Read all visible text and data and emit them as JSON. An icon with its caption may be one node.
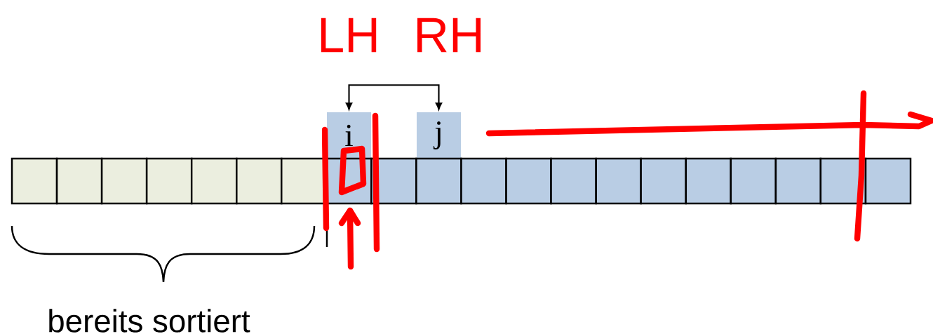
{
  "diagram": {
    "nodes": [
      {
        "text": [
          "i"
        ]
      },
      {
        "text": [
          "j"
        ]
      },
      {
        "text": [],
        "shape": "box"
      },
      {
        "text": [],
        "shape": "box"
      },
      {
        "text": [],
        "shape": "box"
      },
      {
        "text": [],
        "shape": "box"
      },
      {
        "text": [],
        "shape": "box"
      },
      {
        "text": [],
        "shape": "box"
      },
      {
        "text": [],
        "shape": "box"
      },
      {
        "text": [],
        "shape": "box"
      },
      {
        "text": [],
        "shape": "box"
      },
      {
        "text": [],
        "shape": "box"
      },
      {
        "text": [],
        "shape": "box"
      },
      {
        "text": [],
        "shape": "box"
      },
      {
        "text": [],
        "shape": "box"
      },
      {
        "text": [],
        "shape": "box"
      },
      {
        "text": [],
        "shape": "box"
      },
      {
        "text": [],
        "shape": "box"
      },
      {
        "text": [],
        "shape": "box"
      },
      {
        "text": [],
        "shape": "box"
      },
      {
        "text": [],
        "shape": "box"
      },
      {
        "text": [],
        "shape": "box"
      }
    ],
    "edges": [
      {
        "from": 0,
        "to": 1,
        "arrow": "both"
      }
    ],
    "labels": [
      "LH",
      "RH",
      "bereits sortiert"
    ]
  }
}
